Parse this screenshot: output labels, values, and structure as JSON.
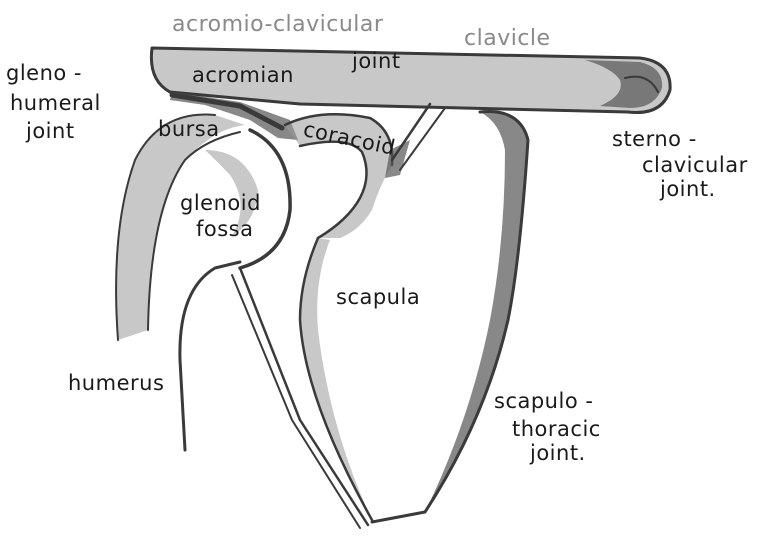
{
  "labels": {
    "acromio_clavicular": "acromio-clavicular",
    "acromio_joint": "joint",
    "clavicle": "clavicle",
    "acromian": "acromian",
    "gleno_1": "gleno -",
    "gleno_2": "humeral",
    "gleno_3": "joint",
    "bursa": "bursa",
    "coracoid": "coracoid",
    "glenoid_1": "glenoid",
    "glenoid_2": "fossa",
    "sterno_1": "sterno -",
    "sterno_2": "clavicular",
    "sterno_3": "joint.",
    "scapula": "scapula",
    "humerus": "humerus",
    "scapulo_1": "scapulo -",
    "scapulo_2": "thoracic",
    "scapulo_3": "joint."
  },
  "colors": {
    "ink": "#2a2a2a",
    "pencil": "#8a8a8a",
    "paper": "#ffffff"
  }
}
